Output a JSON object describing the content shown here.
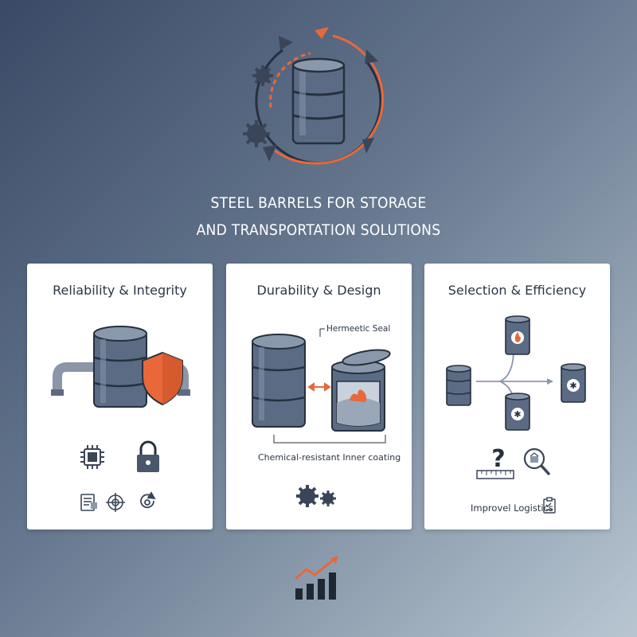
{
  "title": {
    "line1": "STEEL BARRELS FOR STORAGE",
    "line2": "AND TRANSPORTATION SOLUTIONS"
  },
  "cards": [
    {
      "title": "Reliability & Integrity",
      "icons": [
        "pipeline-barrel-icon",
        "shield-icon",
        "chip-icon",
        "lock-icon",
        "document-icon",
        "target-icon",
        "refresh-icon"
      ]
    },
    {
      "title": "Durability & Design",
      "labels": {
        "seal": "Hermeetic Seal",
        "coating": "Chemical-resistant Inner coating"
      },
      "icons": [
        "barrel-icon",
        "open-barrel-icon",
        "gears-icon"
      ]
    },
    {
      "title": "Selection & Efficiency",
      "labels": {
        "logistics": "Improvel Logistics"
      },
      "icons": [
        "barrel-icon",
        "flammable-barrel-icon",
        "hazard-barrel-icon",
        "question-icon",
        "ruler-icon",
        "magnifier-icon",
        "checklist-icon"
      ]
    }
  ],
  "colors": {
    "accent": "#e8683a",
    "barrel": "#5b6b84",
    "barrel_dark": "#3f4b5e",
    "ink": "#2c3644"
  }
}
